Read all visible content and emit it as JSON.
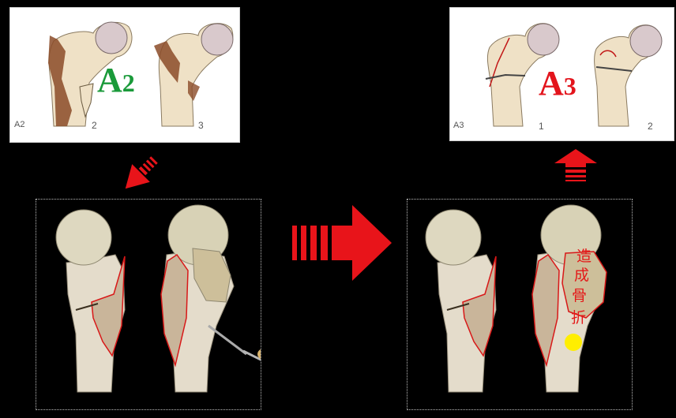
{
  "panel_a2": {
    "corner_label": "A2",
    "big_label_main": "A",
    "big_label_sub": "2",
    "num_left": "2",
    "num_right": "3"
  },
  "panel_a3": {
    "corner_label": "A3",
    "big_label_main": "A",
    "big_label_sub": "3",
    "num_left": "1",
    "num_right": "2"
  },
  "annotation": {
    "chars": [
      "造",
      "成",
      "骨",
      "折"
    ]
  },
  "colors": {
    "background": "#000000",
    "arrow_red": "#e8141a",
    "a2_green": "#1a9a3a",
    "a3_red": "#e3141c",
    "fracture_outline": "#d81818",
    "marker_yellow": "#ffee00"
  }
}
